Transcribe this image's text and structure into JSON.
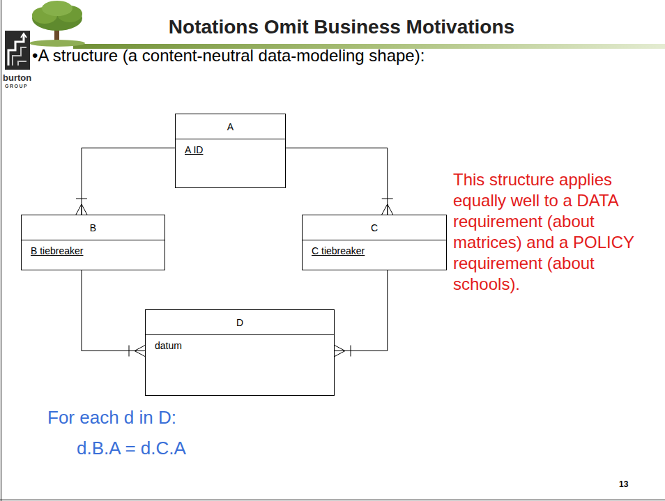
{
  "diagram": {
    "title": "Notations Omit Business Motivations",
    "nodes": [
      {
        "text": [
          "A",
          "A ID"
        ]
      },
      {
        "text": [
          "B",
          "B tiebreaker"
        ]
      },
      {
        "text": [
          "C",
          "C tiebreaker"
        ]
      },
      {
        "text": [
          "D",
          "datum"
        ]
      }
    ],
    "edges": [
      {
        "from": 0,
        "to": 1,
        "arrow": "to"
      },
      {
        "from": 0,
        "to": 2,
        "arrow": "to"
      },
      {
        "from": 1,
        "to": 3,
        "arrow": "to"
      },
      {
        "from": 2,
        "to": 3,
        "arrow": "to"
      }
    ],
    "labels": [
      "burton",
      "GROUP",
      "•A structure (a content-neutral data-modeling shape):",
      "This structure applies equally well to a DATA requirement (about matrices) and a POLICY requirement (about schools).",
      "For each d in D:",
      "d.B.A = d.C.A",
      "13"
    ]
  }
}
